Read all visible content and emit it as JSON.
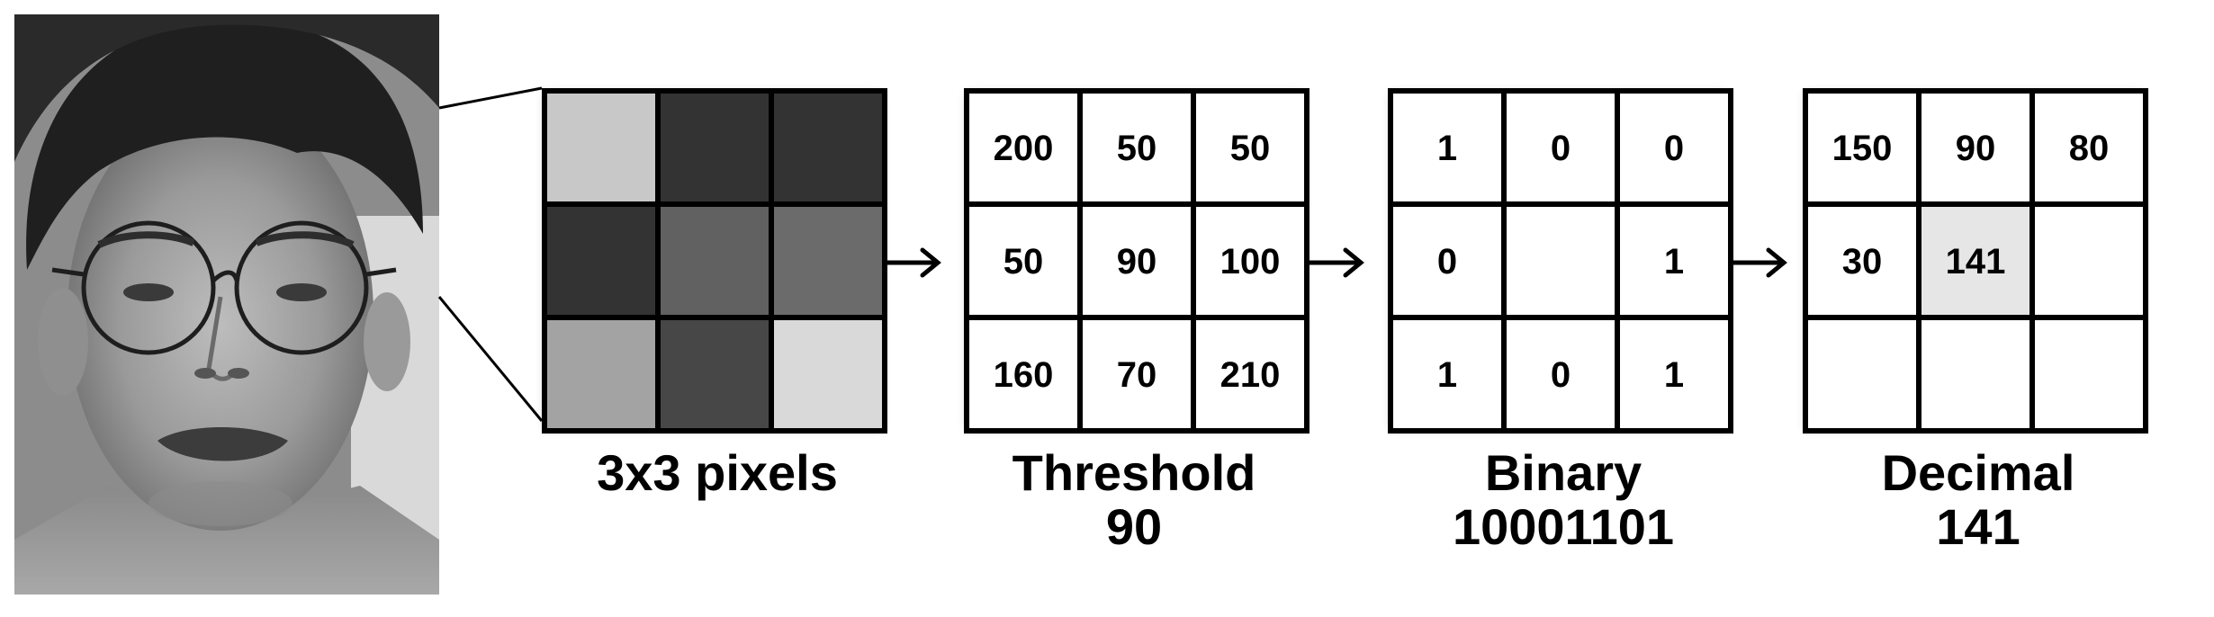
{
  "face_photo": {
    "icon": "grayscale-face-photo-icon",
    "description_visible": false
  },
  "pixels_grid": {
    "shades": [
      [
        "#c8c8c8",
        "#333333",
        "#333333"
      ],
      [
        "#333333",
        "#616161",
        "#6b6b6b"
      ],
      [
        "#a3a3a3",
        "#474747",
        "#d9d9d9"
      ]
    ],
    "caption": "3x3 pixels"
  },
  "threshold_grid": {
    "cells": [
      [
        "200",
        "50",
        "50"
      ],
      [
        "50",
        "90",
        "100"
      ],
      [
        "160",
        "70",
        "210"
      ]
    ],
    "caption_line1": "Threshold",
    "caption_line2": "90"
  },
  "binary_grid": {
    "cells": [
      [
        "1",
        "0",
        "0"
      ],
      [
        "0",
        "",
        "1"
      ],
      [
        "1",
        "0",
        "1"
      ]
    ],
    "caption_line1": "Binary",
    "caption_line2": "10001101"
  },
  "decimal_grid": {
    "cells": [
      [
        "150",
        "90",
        "80"
      ],
      [
        "30",
        "141",
        ""
      ],
      [
        "",
        "",
        ""
      ]
    ],
    "highlight_cell": {
      "row": 1,
      "col": 1,
      "fill": "#e6e6e6",
      "text_color": "#4444cc"
    },
    "caption_line1": "Decimal",
    "caption_line2": "141"
  },
  "arrows": {
    "icon": "right-arrow-icon",
    "count": 3
  }
}
